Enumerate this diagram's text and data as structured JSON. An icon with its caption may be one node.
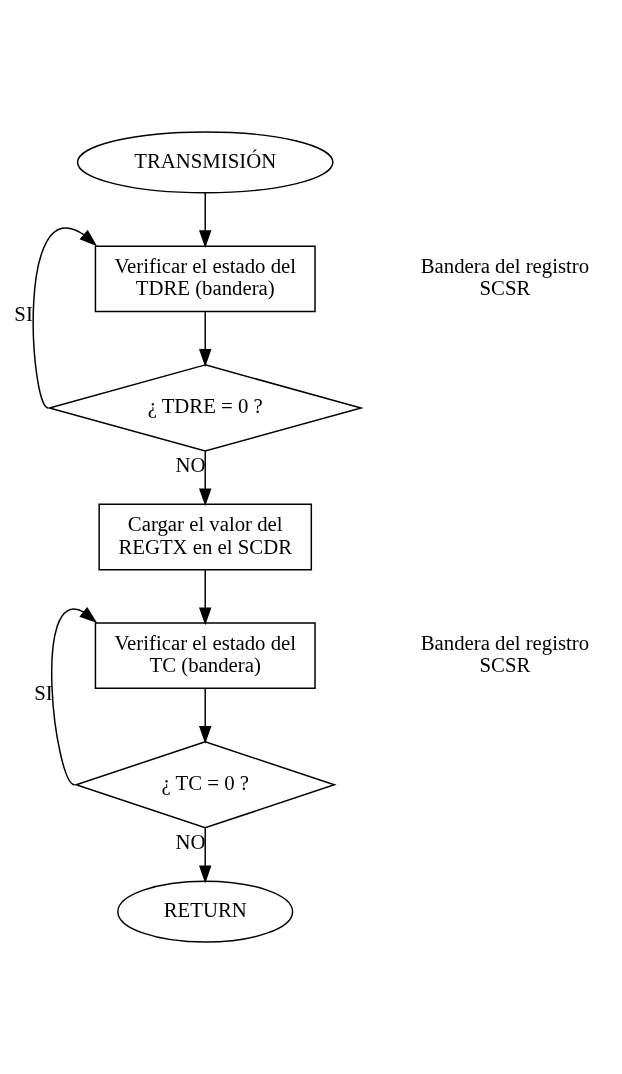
{
  "diagram": {
    "nodes": [
      {
        "text": [
          "TRANSMISIÓN"
        ]
      },
      {
        "text": [
          "Verificar el estado del TDRE (bandera)"
        ]
      },
      {
        "text": [
          "¿ TDRE = 0 ?"
        ]
      },
      {
        "text": [
          "Cargar el valor del REGTX en el SCDR"
        ]
      },
      {
        "text": [
          "Verificar el estado del TC (bandera)"
        ]
      },
      {
        "text": [
          "¿ TC = 0 ?"
        ]
      },
      {
        "text": [
          "RETURN"
        ]
      }
    ],
    "edges": [
      {
        "from": 0,
        "to": 1,
        "arrow": "to"
      },
      {
        "from": 1,
        "to": 2,
        "arrow": "to"
      },
      {
        "from": 2,
        "to": 1,
        "arrow": "to",
        "label": "SI"
      },
      {
        "from": 2,
        "to": 3,
        "arrow": "to",
        "label": "NO"
      },
      {
        "from": 3,
        "to": 4,
        "arrow": "to"
      },
      {
        "from": 4,
        "to": 5,
        "arrow": "to"
      },
      {
        "from": 5,
        "to": 4,
        "arrow": "to",
        "label": "SI"
      },
      {
        "from": 5,
        "to": 6,
        "arrow": "to",
        "label": "NO"
      }
    ],
    "labels": [
      "Bandera del registro SCSR",
      "Bandera del registro SCSR"
    ]
  }
}
